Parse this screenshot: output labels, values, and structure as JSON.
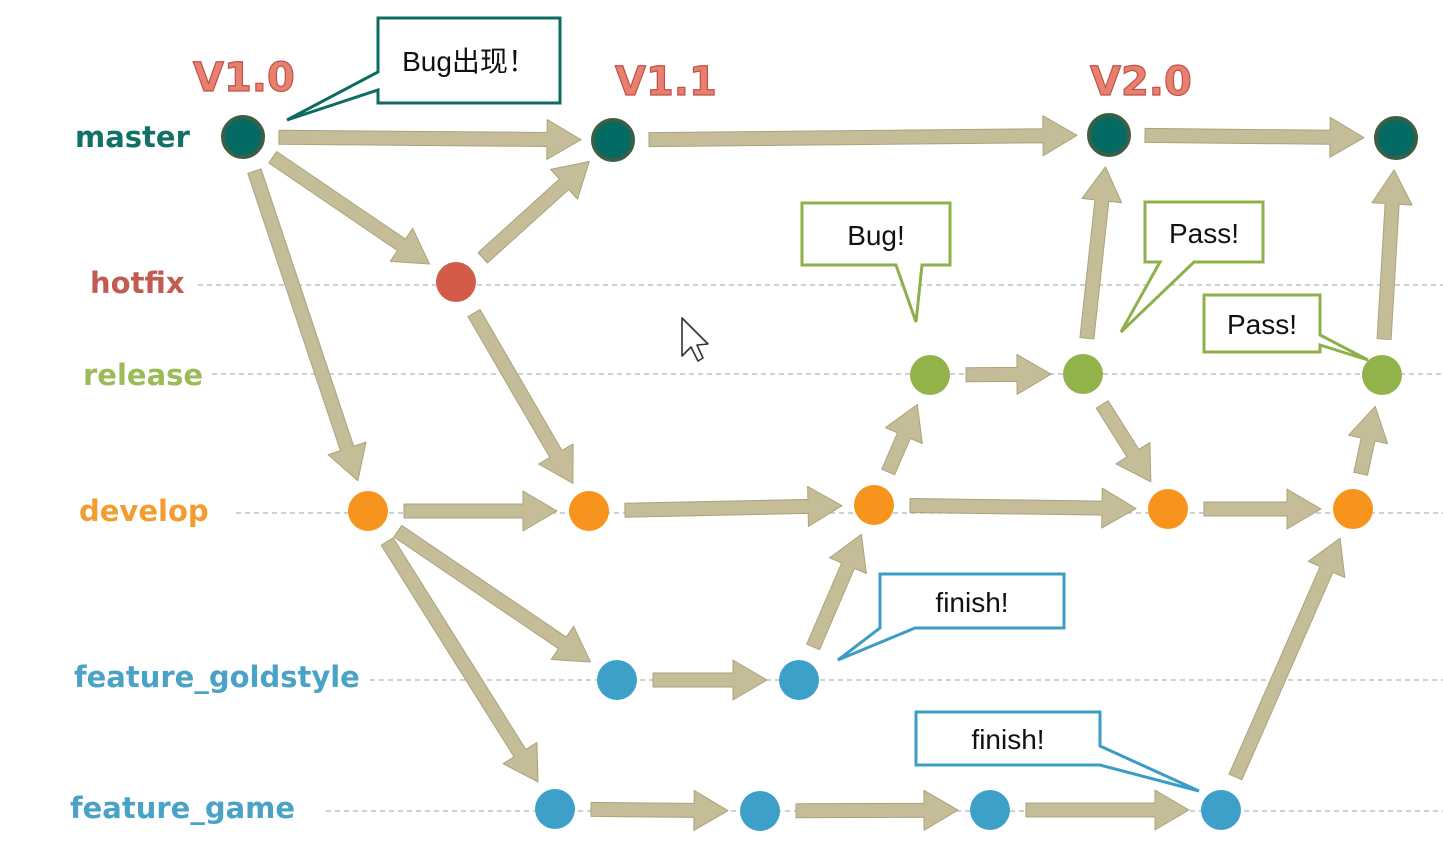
{
  "colors": {
    "arrow": "#c4bd97",
    "arrow_stroke": "#aaa37c",
    "lane_line": "#b5b5b5",
    "master": "#036b63",
    "master_ring": "#3a5f44",
    "hotfix": "#d25b4a",
    "release": "#92b24a",
    "develop": "#f7941d",
    "feature": "#3ca0c8",
    "label_master": "#117167",
    "label_hotfix": "#c25b52",
    "label_release": "#9bbb59",
    "label_develop": "#f39c2f",
    "label_feature": "#4aa3c6",
    "version_text": "#e8806e",
    "callout_dark": "#0c6b62",
    "callout_green": "#8db04a",
    "callout_blue": "#3b9dc6"
  },
  "lanes": [
    {
      "id": "master",
      "label": "master"
    },
    {
      "id": "hotfix",
      "label": "hotfix"
    },
    {
      "id": "release",
      "label": "release"
    },
    {
      "id": "develop",
      "label": "develop"
    },
    {
      "id": "feature_goldstyle",
      "label": "feature_goldstyle"
    },
    {
      "id": "feature_game",
      "label": "feature_game"
    }
  ],
  "versions": [
    "V1.0",
    "V1.1",
    "V2.0"
  ],
  "callouts": [
    {
      "id": "bug-appears",
      "text": "Bug出现！"
    },
    {
      "id": "release-bug",
      "text": "Bug!"
    },
    {
      "id": "release-pass-1",
      "text": "Pass!"
    },
    {
      "id": "release-pass-2",
      "text": "Pass!"
    },
    {
      "id": "goldstyle-finish",
      "text": "finish!"
    },
    {
      "id": "game-finish",
      "text": "finish!"
    }
  ],
  "nodes": [
    {
      "id": "m1",
      "lane": "master"
    },
    {
      "id": "m2",
      "lane": "master"
    },
    {
      "id": "m3",
      "lane": "master"
    },
    {
      "id": "m4",
      "lane": "master"
    },
    {
      "id": "h1",
      "lane": "hotfix"
    },
    {
      "id": "r1",
      "lane": "release"
    },
    {
      "id": "r2",
      "lane": "release"
    },
    {
      "id": "r3",
      "lane": "release"
    },
    {
      "id": "d1",
      "lane": "develop"
    },
    {
      "id": "d2",
      "lane": "develop"
    },
    {
      "id": "d3",
      "lane": "develop"
    },
    {
      "id": "d4",
      "lane": "develop"
    },
    {
      "id": "d5",
      "lane": "develop"
    },
    {
      "id": "g1",
      "lane": "feature_goldstyle"
    },
    {
      "id": "g2",
      "lane": "feature_goldstyle"
    },
    {
      "id": "f1",
      "lane": "feature_game"
    },
    {
      "id": "f2",
      "lane": "feature_game"
    },
    {
      "id": "f3",
      "lane": "feature_game"
    },
    {
      "id": "f4",
      "lane": "feature_game"
    }
  ],
  "edges": [
    {
      "from": "m1",
      "to": "m2"
    },
    {
      "from": "m2",
      "to": "m3"
    },
    {
      "from": "m3",
      "to": "m4"
    },
    {
      "from": "m1",
      "to": "h1"
    },
    {
      "from": "h1",
      "to": "m2"
    },
    {
      "from": "m1",
      "to": "d1"
    },
    {
      "from": "h1",
      "to": "d2"
    },
    {
      "from": "d1",
      "to": "d2"
    },
    {
      "from": "d2",
      "to": "d3"
    },
    {
      "from": "d3",
      "to": "d4"
    },
    {
      "from": "d4",
      "to": "d5"
    },
    {
      "from": "d1",
      "to": "g1"
    },
    {
      "from": "d1",
      "to": "f1"
    },
    {
      "from": "g1",
      "to": "g2"
    },
    {
      "from": "g2",
      "to": "d3"
    },
    {
      "from": "f1",
      "to": "f2"
    },
    {
      "from": "f2",
      "to": "f3"
    },
    {
      "from": "f3",
      "to": "f4"
    },
    {
      "from": "f4",
      "to": "d5"
    },
    {
      "from": "d3",
      "to": "r1"
    },
    {
      "from": "r1",
      "to": "r2"
    },
    {
      "from": "r2",
      "to": "m3"
    },
    {
      "from": "r2",
      "to": "d4"
    },
    {
      "from": "d5",
      "to": "r3"
    },
    {
      "from": "r3",
      "to": "m4"
    }
  ]
}
